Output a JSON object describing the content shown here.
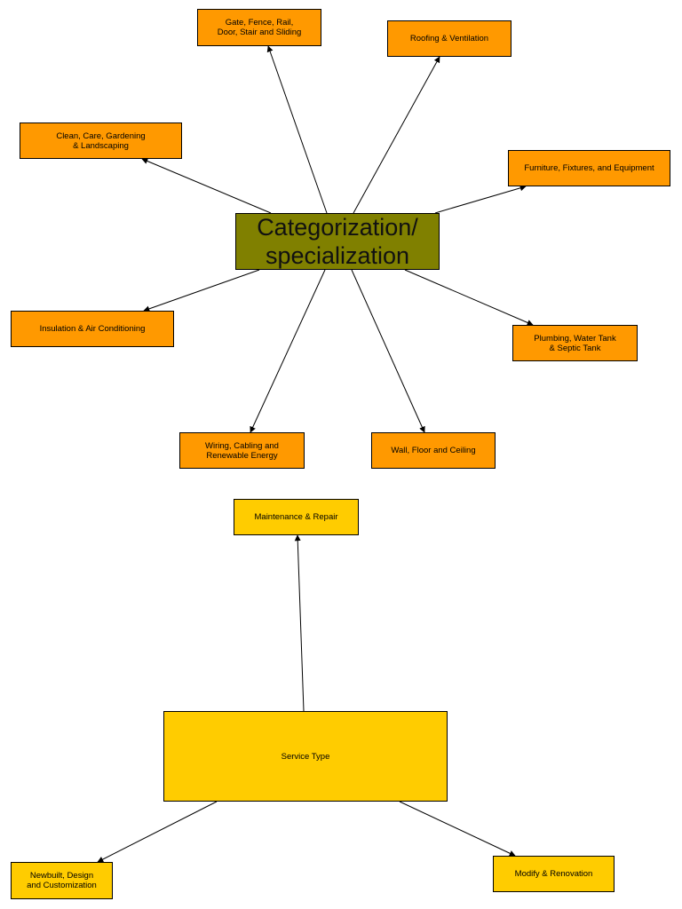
{
  "categorization": {
    "hub_label": "Categorization/\nspecialization",
    "categories": [
      "Gate, Fence, Rail,\nDoor, Stair and Sliding",
      "Roofing & Ventilation",
      "Clean, Care, Gardening\n& Landscaping",
      "Furniture, Fixtures, and Equipment",
      "Insulation & Air Conditioning",
      "Plumbing, Water Tank\n& Septic Tank",
      "Wiring, Cabling and\nRenewable Energy",
      "Wall, Floor and Ceiling"
    ]
  },
  "service_type": {
    "hub_label": "Service Type",
    "types": [
      "Maintenance & Repair",
      "Newbuilt, Design\nand Customization",
      "Modify & Renovation"
    ]
  },
  "colors": {
    "hub": "#808000",
    "category_box": "#ff9900",
    "service_box": "#ffcc00",
    "arrow": "#000000"
  }
}
